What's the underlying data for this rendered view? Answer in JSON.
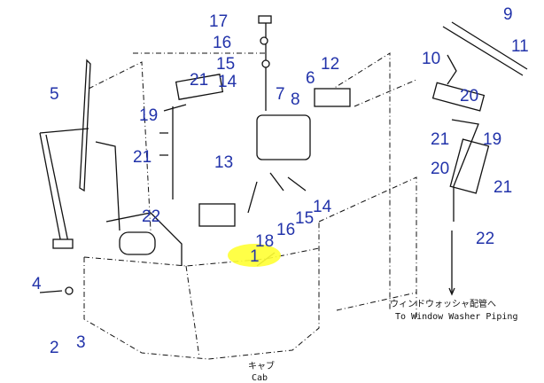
{
  "callouts": [
    "17",
    "16",
    "15",
    "21",
    "14",
    "7",
    "8",
    "6",
    "12",
    "9",
    "11",
    "10",
    "20",
    "5",
    "19",
    "21",
    "13",
    "21",
    "19",
    "20",
    "21",
    "22",
    "14",
    "15",
    "16",
    "18",
    "1",
    "22",
    "4",
    "2",
    "3"
  ],
  "notes": {
    "washer_jp": "ウィンドウォッシャ配管へ",
    "washer_en": "To Window Washer Piping",
    "cab_jp": "キャブ",
    "cab_en": "Cab"
  },
  "highlight_color": "#ffff33",
  "label_color": "#2233aa"
}
